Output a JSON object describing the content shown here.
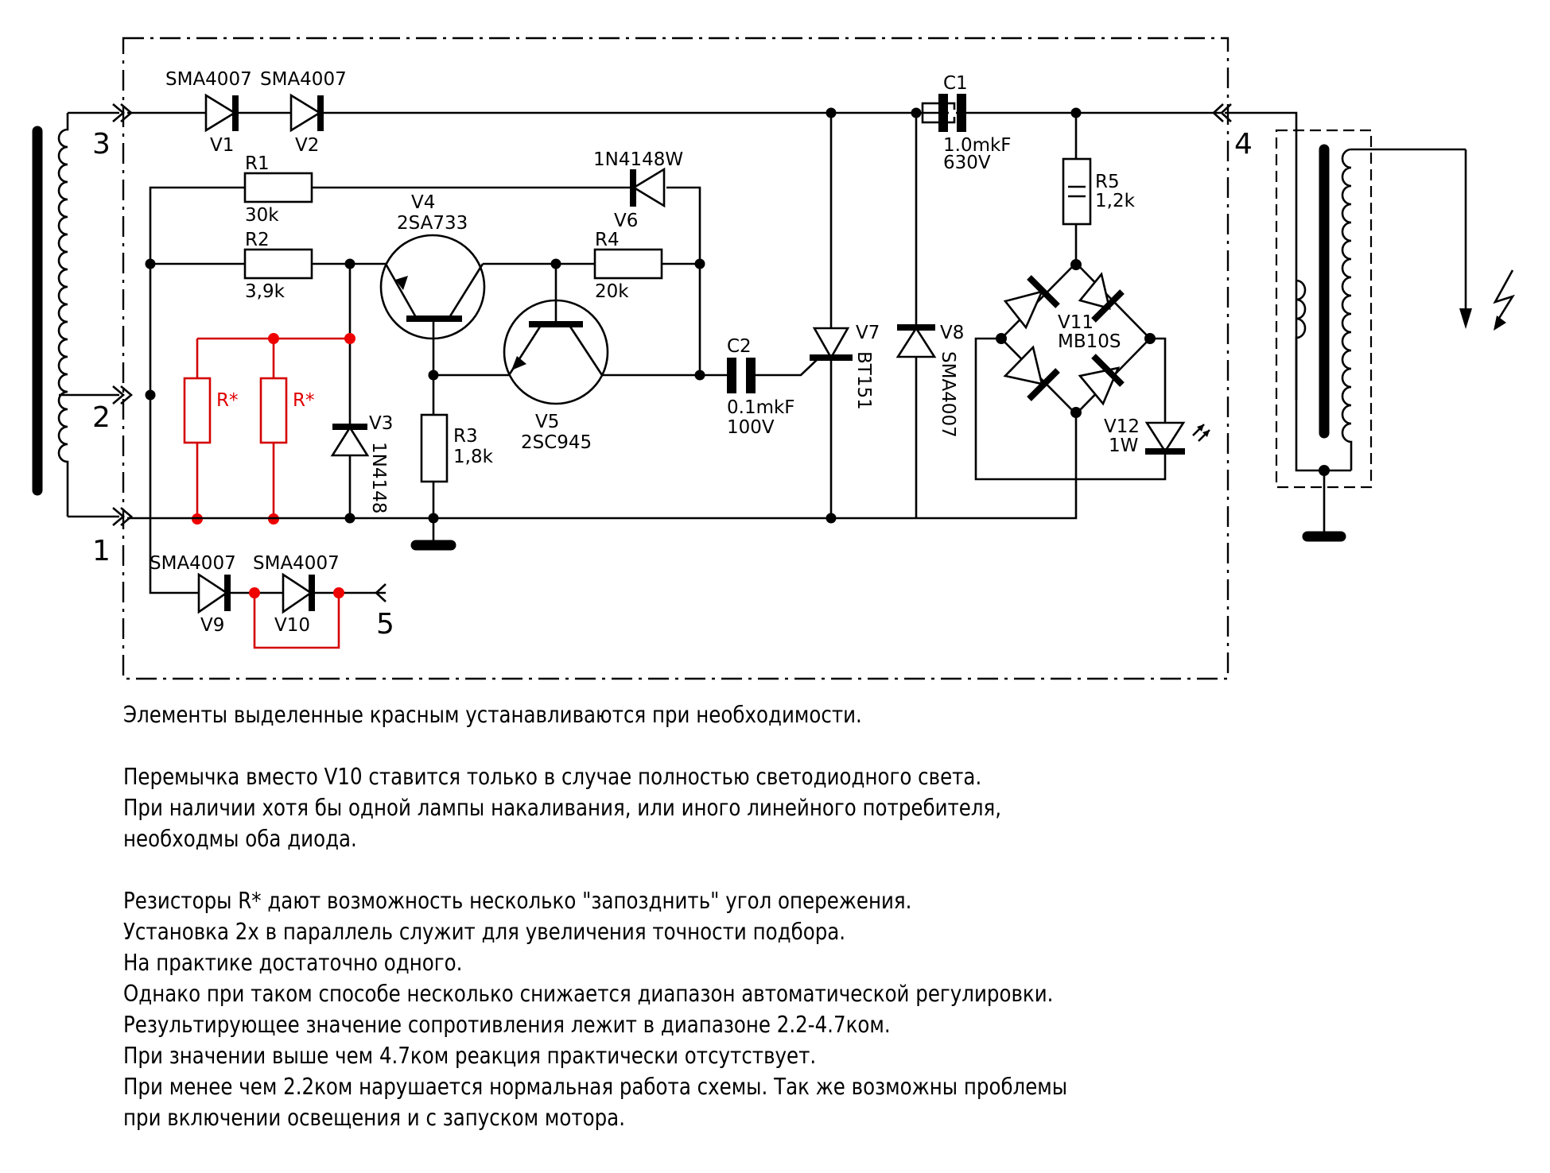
{
  "connectors": {
    "c1": "1",
    "c2": "2",
    "c3": "3",
    "c4": "4",
    "c5": "5"
  },
  "components": {
    "V1": {
      "ref": "V1",
      "value": "SMA4007"
    },
    "V2": {
      "ref": "V2",
      "value": "SMA4007"
    },
    "R1": {
      "ref": "R1",
      "value": "30k"
    },
    "R2": {
      "ref": "R2",
      "value": "3,9k"
    },
    "R3": {
      "ref": "R3",
      "value": "1,8k"
    },
    "R4": {
      "ref": "R4",
      "value": "20k"
    },
    "R5": {
      "ref": "R5",
      "value": "1,2k"
    },
    "Rstar1": {
      "ref": "R*"
    },
    "Rstar2": {
      "ref": "R*"
    },
    "V3": {
      "ref": "V3",
      "value": "1N4148"
    },
    "V4": {
      "ref": "V4",
      "value": "2SA733"
    },
    "V5": {
      "ref": "V5",
      "value": "2SC945"
    },
    "V6": {
      "ref": "V6",
      "value": "1N4148W"
    },
    "C1": {
      "ref": "C1",
      "value": "1.0mkF",
      "voltage": "630V"
    },
    "C2": {
      "ref": "C2",
      "value": "0.1mkF",
      "voltage": "100V"
    },
    "V7": {
      "ref": "V7",
      "value": "BT151"
    },
    "V8": {
      "ref": "V8",
      "value": "SMA4007"
    },
    "V9": {
      "ref": "V9",
      "value": "SMA4007"
    },
    "V10": {
      "ref": "V10",
      "value": "SMA4007"
    },
    "V11": {
      "ref": "V11",
      "value": "MB10S"
    },
    "V12": {
      "ref": "V12",
      "value": "1W"
    }
  },
  "colors": {
    "optional_elements": "#e00000",
    "wires": "#000000"
  },
  "notes": [
    "Элементы выделенные красным устанавливаются при необходимости.",
    "",
    "Перемычка вместо V10 ставится только в случае полностью светодиодного света.",
    "При наличии хотя бы одной лампы накаливания, или иного линейного потребителя,",
    "необходмы оба диода.",
    "",
    "Резисторы R* дают возможность несколько \"запозднить\" угол опережения.",
    "Установка 2х в параллель служит для увеличения точности подбора.",
    "На практике достаточно одного.",
    "Однако при таком способе несколько снижается диапазон автоматической регулировки.",
    "Результирующее значение сопротивления лежит в диапазоне 2.2-4.7ком.",
    "При значении выше чем 4.7ком реакция практически отсутствует.",
    "При менее чем 2.2ком нарушается нормальная работа схемы. Так же возможны проблемы",
    "при включении освещения и с запуском мотора."
  ]
}
